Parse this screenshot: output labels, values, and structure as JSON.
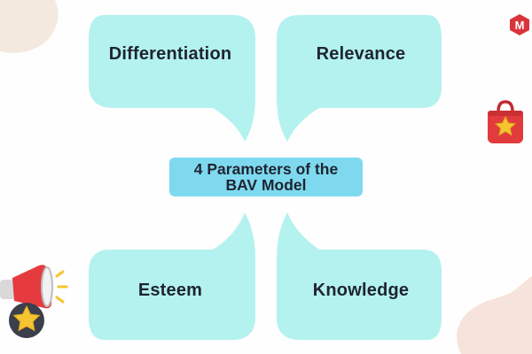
{
  "diagram": {
    "center": {
      "title": "4 Parameters of the BAV Model"
    },
    "parameters": [
      {
        "label": "Differentiation"
      },
      {
        "label": "Relevance"
      },
      {
        "label": "Esteem"
      },
      {
        "label": "Knowledge"
      }
    ]
  },
  "logo": {
    "letter": "M"
  },
  "colors": {
    "bubble": "#b3f2ee",
    "center_box": "#7ed9ef",
    "text": "#1f2430",
    "accent_red": "#d9343c",
    "star_yellow": "#f5c431",
    "blob_beige": "#f3e9df"
  },
  "icons": [
    "logo-icon",
    "shopping-bag-icon",
    "megaphone-icon"
  ]
}
